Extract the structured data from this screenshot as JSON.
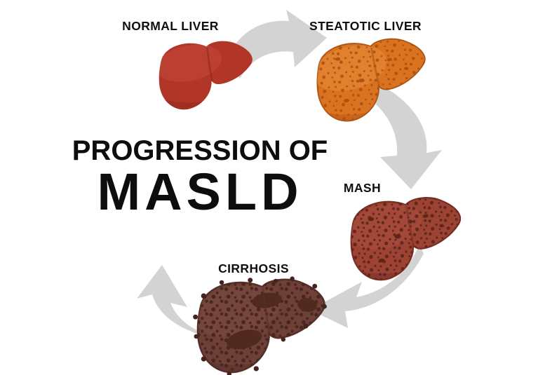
{
  "title": {
    "line1": "PROGRESSION OF",
    "line2": "MASLD"
  },
  "stages": [
    {
      "name": "normal-liver",
      "label": "NORMAL LIVER",
      "color": "#b23627"
    },
    {
      "name": "steatotic-liver",
      "label": "STEATOTIC LIVER",
      "color": "#da7320",
      "spot_color": "#ab4d10"
    },
    {
      "name": "mash-liver",
      "label": "MASH",
      "color": "#9d4334",
      "spot_color": "#5c241b"
    },
    {
      "name": "cirrhosis-liver",
      "label": "CIRRHOSIS",
      "color": "#6e4037",
      "spot_color": "#45231c"
    }
  ],
  "colors": {
    "background": "#ffffff",
    "arrow": "#d3d3d3",
    "text": "#0f0f0f"
  }
}
